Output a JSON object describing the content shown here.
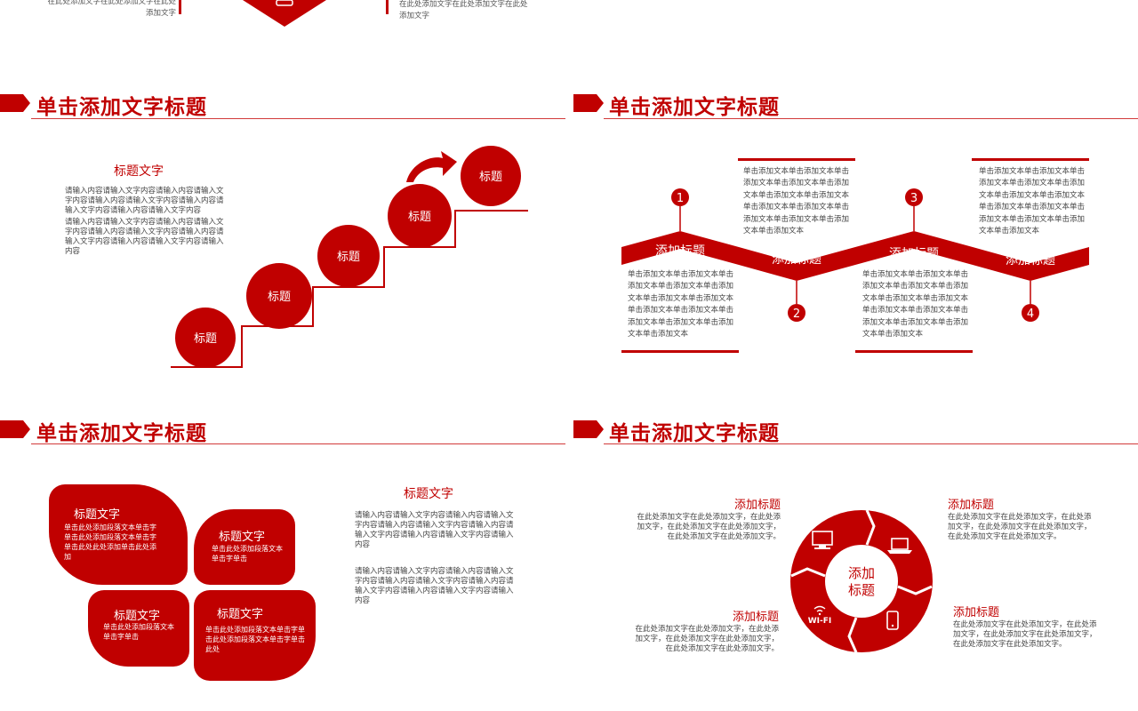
{
  "colors": {
    "accent": "#c00000",
    "text": "#444444"
  },
  "top": {
    "left_text_1": "在此处添加文字在此处添加文字在此处",
    "left_text_2": "添加文字",
    "right_text_1": "在此处添加文字在此处添加文字在此处",
    "right_text_2": "添加文字"
  },
  "slides": {
    "tl": {
      "title": "单击添加文字标题",
      "text_heading": "标题文字",
      "para1": "请输入内容请输入文字内容请输入内容请输入文字内容请输入内容请输入文字内容请输入内容请输入文字内容请输入内容请输入文字内容",
      "para2": "请输入内容请输入文字内容请输入内容请输入文字内容请输入内容请输入文字内容请输入内容请输入文字内容请输入内容请输入文字内容请输入内容",
      "steps": [
        "标题",
        "标题",
        "标题",
        "标题",
        "标题"
      ]
    },
    "tr": {
      "title": "单击添加文字标题",
      "labels": [
        "添加标题",
        "添加标题",
        "添加标题",
        "添加标题"
      ],
      "numbers": [
        "1",
        "2",
        "3",
        "4"
      ],
      "block_text": "单击添加文本单击添加文本单击添加文本单击添加文本单击添加文本单击添加文本单击添加文本单击添加文本单击添加文本单击添加文本单击添加文本单击添加文本单击添加文本"
    },
    "bl": {
      "title": "单击添加文字标题",
      "petals": [
        {
          "title": "标题文字",
          "text": "单击此处添加段落文本单击字单击此处添加段落文本单击字单击此处此处添加单击此处添加"
        },
        {
          "title": "标题文字",
          "text": "单击此处添加段落文本单击字单击"
        },
        {
          "title": "标题文字",
          "text": "单击此处添加段落文本单击字单击"
        },
        {
          "title": "标题文字",
          "text": "单击此处添加段落文本单击字单击此处添加段落文本单击字单击此处"
        }
      ],
      "side_heading": "标题文字",
      "side_para1": "请输入内容请输入文字内容请输入内容请输入文字内容请输入内容请输入文字内容请输入内容请输入文字内容请输入内容请输入文字内容请输入内容",
      "side_para2": "请输入内容请输入文字内容请输入内容请输入文字内容请输入内容请输入文字内容请输入内容请输入文字内容请输入内容请输入文字内容请输入内容"
    },
    "br": {
      "title": "单击添加文字标题",
      "center_label_1": "添加",
      "center_label_2": "标题",
      "wifi": "WI-FI",
      "items": [
        {
          "title": "添加标题",
          "l1": "在此处添加文字在此处添加文字，在此处添",
          "l2": "加文字，在此处添加文字在此处添加文字，",
          "l3": "在此处添加文字在此处添加文字。"
        },
        {
          "title": "添加标题",
          "l1": "在此处添加文字在此处添加文字，在此处添",
          "l2": "加文字，在此处添加文字在此处添加文字，",
          "l3": "在此处添加文字在此处添加文字。"
        },
        {
          "title": "添加标题",
          "l1": "在此处添加文字在此处添加文字，在此处添",
          "l2": "加文字，在此处添加文字在此处添加文字，",
          "l3": "在此处添加文字在此处添加文字。"
        },
        {
          "title": "添加标题",
          "l1": "在此处添加文字在此处添加文字，在此处添",
          "l2": "加文字，在此处添加文字在此处添加文字，",
          "l3": "在此处添加文字在此处添加文字。"
        }
      ]
    }
  }
}
